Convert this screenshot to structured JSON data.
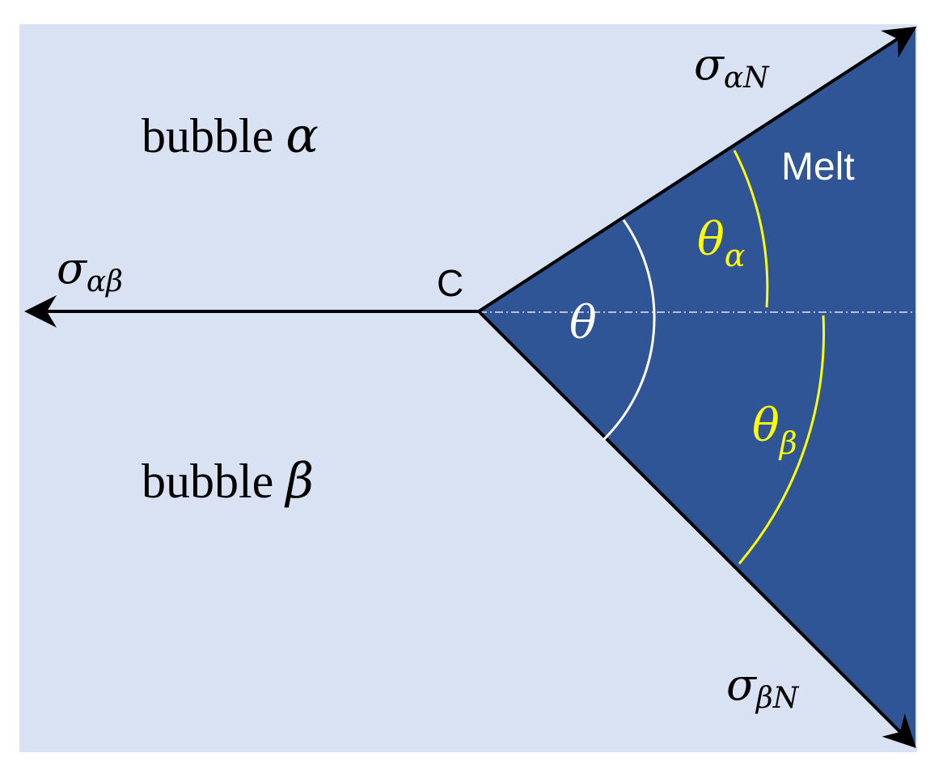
{
  "colors": {
    "background_light": "#d8e2f3",
    "melt_fill": "#2f5597",
    "line": "#000000",
    "theta_arc": "#ffffff",
    "sub_arcs": "#ffff00",
    "melt_label": "#ffffff",
    "c_label": "#000000"
  },
  "labels": {
    "bubble_alpha_word": "bubble ",
    "bubble_alpha_sym": "α",
    "bubble_beta_word": "bubble ",
    "bubble_beta_sym": "β",
    "melt": "Melt",
    "c": "C",
    "sigma_ab": {
      "base": "σ",
      "sub": "αβ"
    },
    "sigma_aN": {
      "base": "σ",
      "sub": "αN"
    },
    "sigma_bN": {
      "base": "σ",
      "sub": "βN"
    },
    "theta": "θ",
    "theta_alpha": {
      "base": "θ",
      "sub": "α"
    },
    "theta_beta": {
      "base": "θ",
      "sub": "β"
    }
  }
}
